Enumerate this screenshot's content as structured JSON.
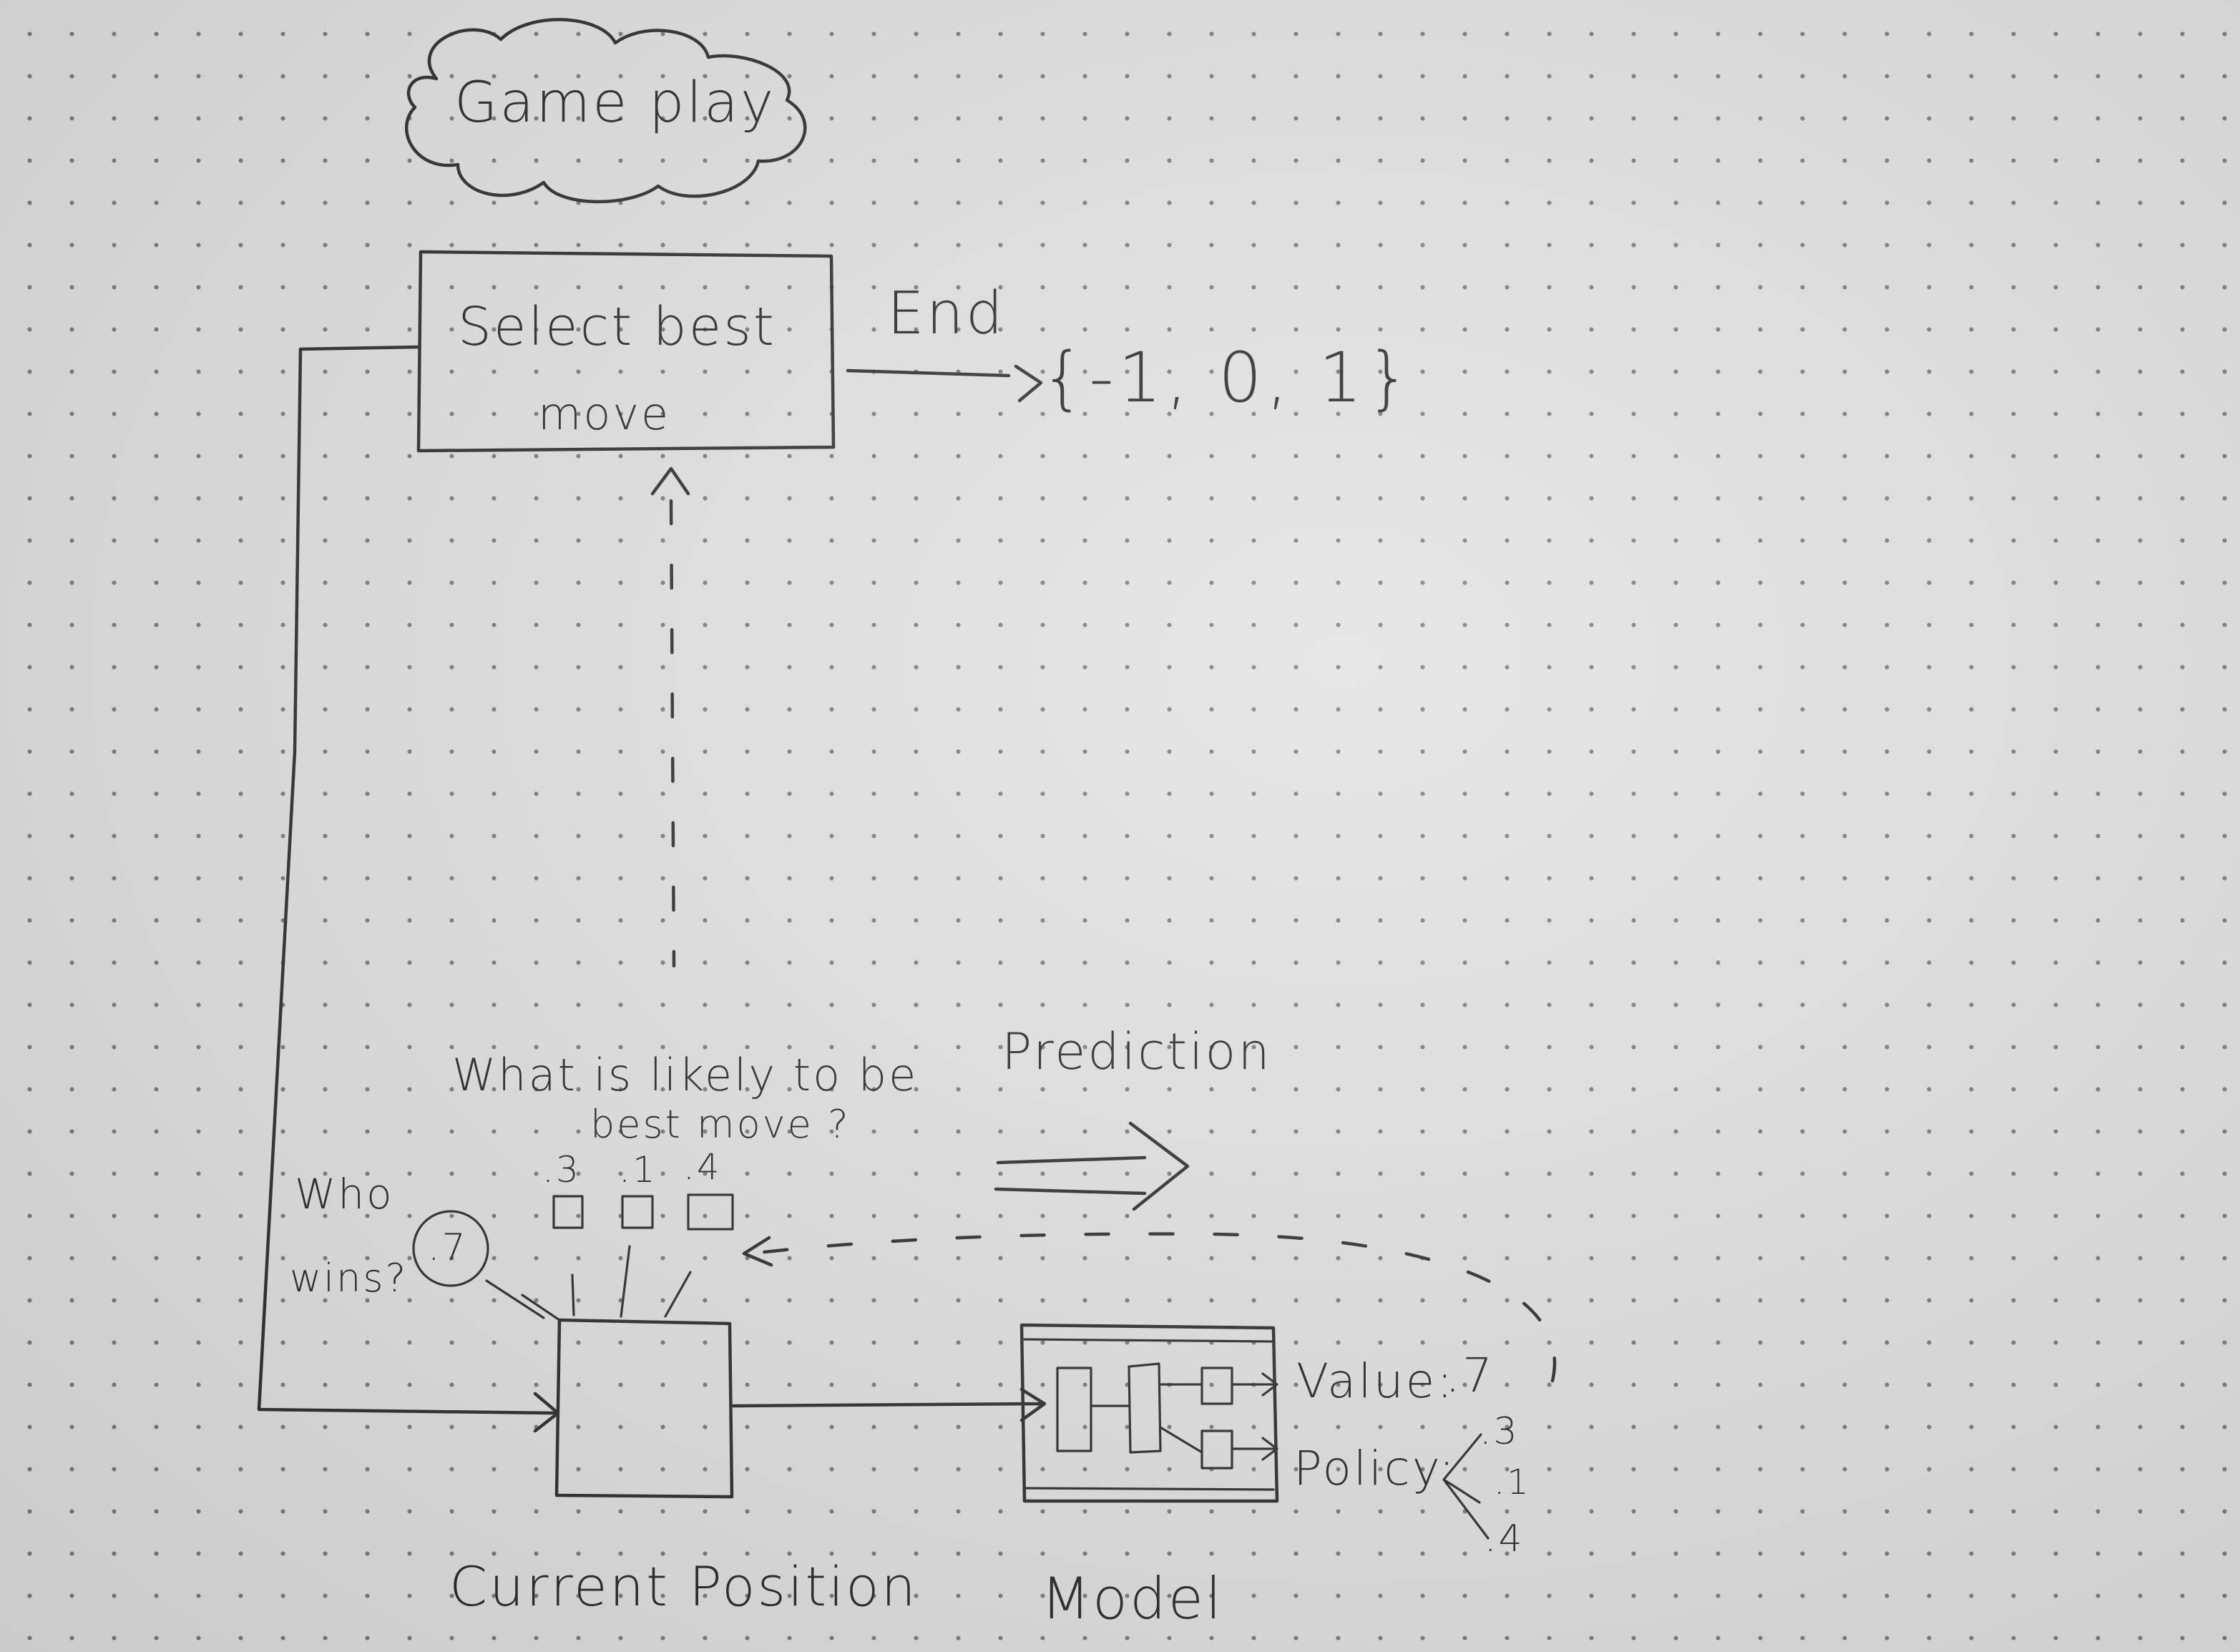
{
  "header": {
    "title": "Game play"
  },
  "select_box": {
    "label_line1": "Select best",
    "label_line2": "move"
  },
  "end_edge": {
    "label": "End"
  },
  "outcome": {
    "label": "{-1, 0, 1}"
  },
  "current_position": {
    "label": "Current Position",
    "question_line1": "What is likely to be",
    "question_line2": "best move ?",
    "move_probs": [
      ".3",
      ".1",
      ".4"
    ],
    "who_wins_line1": "Who",
    "who_wins_line2": "wins?",
    "value_circle": ".7"
  },
  "prediction": {
    "label": "Prediction"
  },
  "model": {
    "label": "Model",
    "value_label": "Value:",
    "value": ".7",
    "policy_label": "Policy:",
    "policy_values": [
      ".3",
      ".1",
      ".4"
    ]
  }
}
